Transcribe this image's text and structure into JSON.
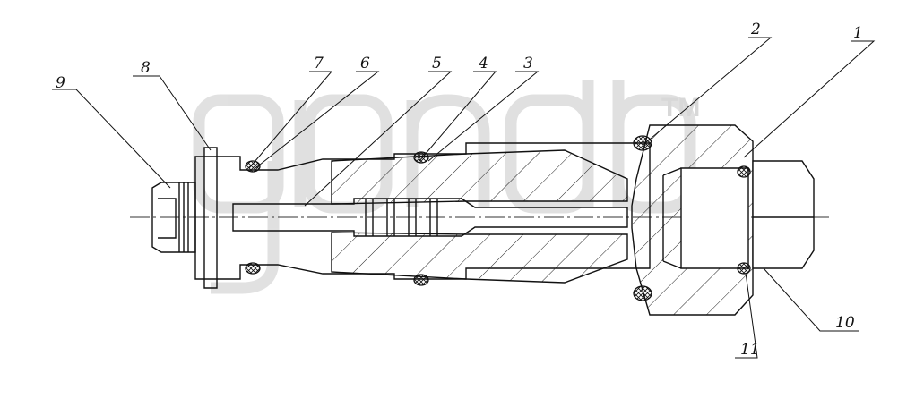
{
  "watermark": {
    "trademark": "TM",
    "color": "#c8c8c8"
  },
  "callouts": [
    "1",
    "2",
    "3",
    "4",
    "5",
    "6",
    "7",
    "8",
    "9",
    "10",
    "11"
  ],
  "colors": {
    "ink": "#111111",
    "seal": "#222222"
  }
}
